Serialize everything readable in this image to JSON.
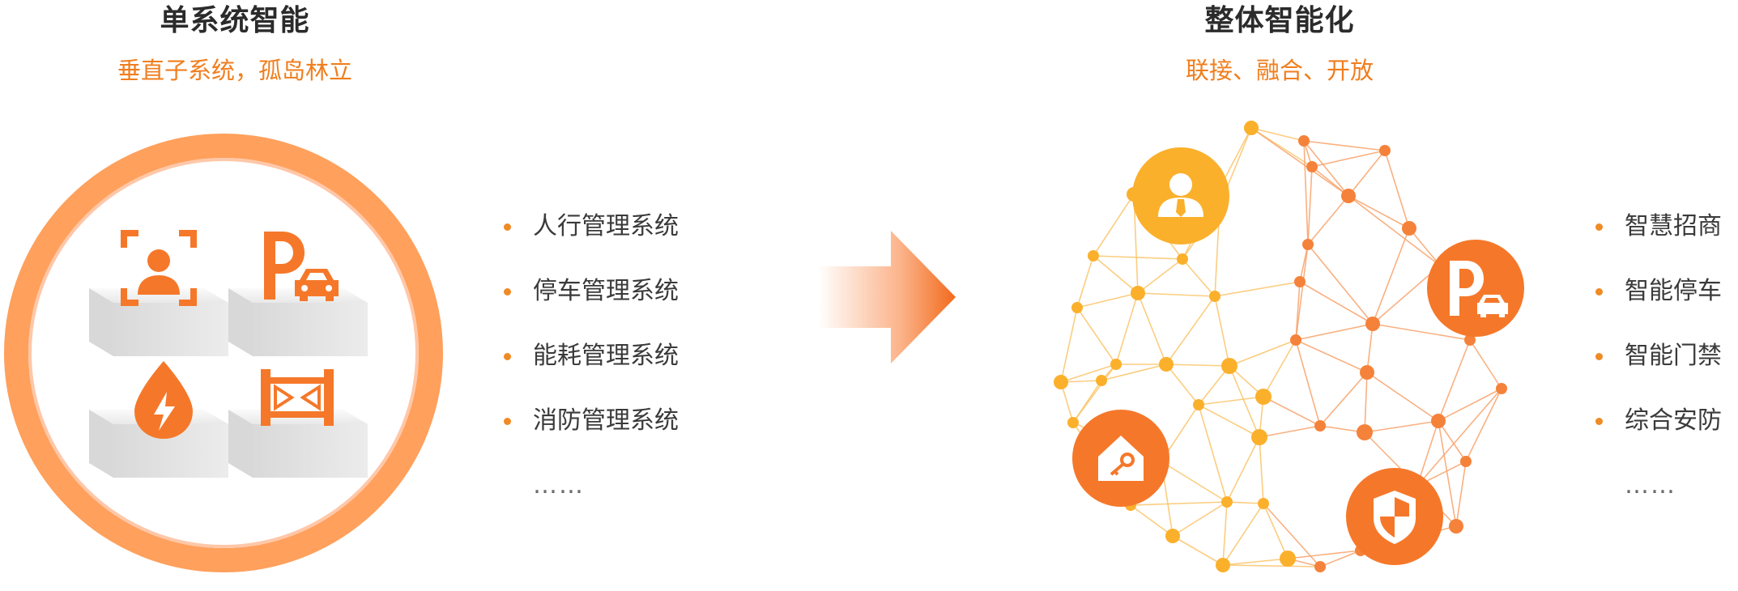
{
  "left": {
    "title": "单系统智能",
    "subtitle": "垂直子系统，孤岛林立",
    "items": [
      "人行管理系统",
      "停车管理系统",
      "能耗管理系统",
      "消防管理系统"
    ],
    "more": "……",
    "icons": [
      "face-recognition-icon",
      "parking-icon",
      "energy-icon",
      "gate-icon"
    ]
  },
  "right": {
    "title": "整体智能化",
    "subtitle": "联接、融合、开放",
    "items": [
      "智慧招商",
      "智能停车",
      "智能门禁",
      "综合安防"
    ],
    "more": "……",
    "icons": [
      "person-icon",
      "parking-icon",
      "smart-home-icon",
      "security-shield-icon"
    ]
  },
  "colors": {
    "accent": "#f07e1e",
    "ring": "#ff9f5a",
    "yellow": "#fbb02c",
    "orange": "#f5782a"
  }
}
